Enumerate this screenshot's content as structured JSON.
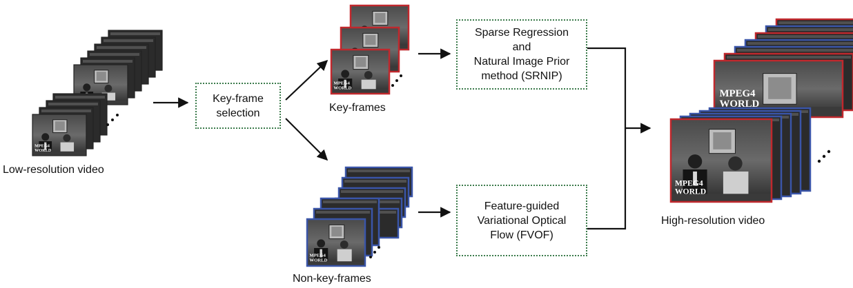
{
  "labels": {
    "low_res": "Low-resolution video",
    "key_frames": "Key-frames",
    "non_key_frames": "Non-key-frames",
    "high_res": "High-resolution video"
  },
  "boxes": {
    "keyframe_selection": [
      "Key-frame",
      "selection"
    ],
    "srnip": [
      "Sparse Regression",
      "and",
      "Natural Image Prior",
      "method (SRNIP)"
    ],
    "fvof": [
      "Feature-guided",
      "Variational Optical",
      "Flow (FVOF)"
    ]
  },
  "frame_caption": [
    "MPEG4",
    "WORLD"
  ],
  "colors": {
    "key_border": "#c0282d",
    "nonkey_border": "#3a55a8",
    "neutral_border": "#222222",
    "box_border": "#3a7a4a",
    "arrow": "#111111"
  }
}
